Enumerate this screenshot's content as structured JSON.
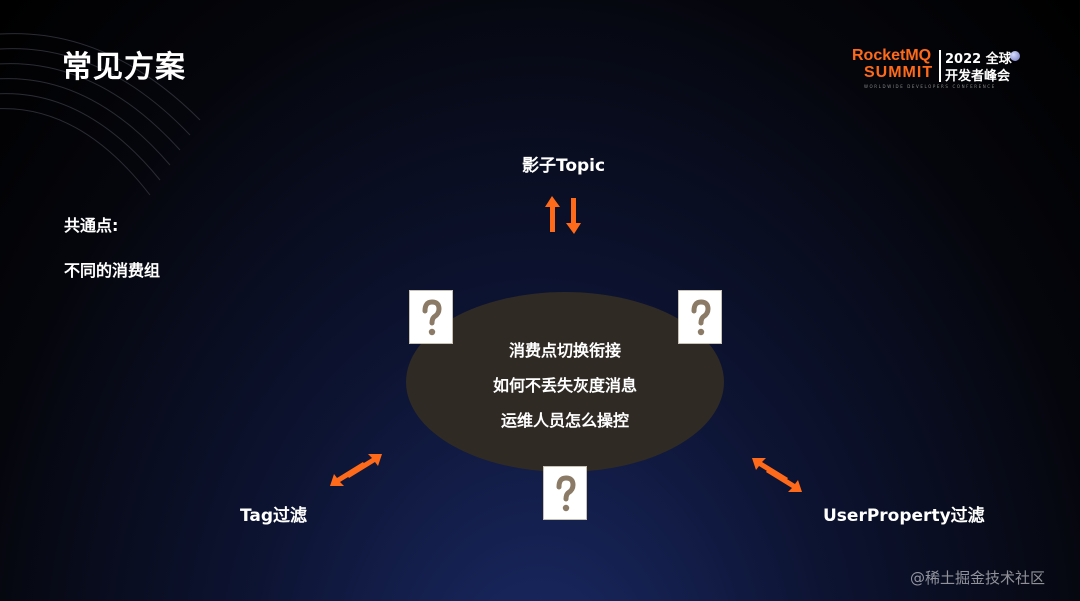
{
  "title": "常见方案",
  "logo": {
    "name_top": "RocketMQ",
    "name_bottom": "SUMMIT",
    "year": "2022 全球",
    "conference": "开发者峰会",
    "tagline": "WORLDWIDE DEVELOPERS CONFERENCE"
  },
  "common": {
    "heading": "共通点:",
    "text": "不同的消费组"
  },
  "diagram": {
    "top_label": "影子Topic",
    "left_label": "Tag过滤",
    "right_label": "UserProperty过滤",
    "center_lines": [
      "消费点切换衔接",
      "如何不丢失灰度消息",
      "运维人员怎么操控"
    ],
    "question_mark": "?"
  },
  "colors": {
    "accent": "#ff6a1a",
    "ellipse": "#2f2a24",
    "question": "#8a7a66"
  },
  "watermark": "@稀土掘金技术社区"
}
